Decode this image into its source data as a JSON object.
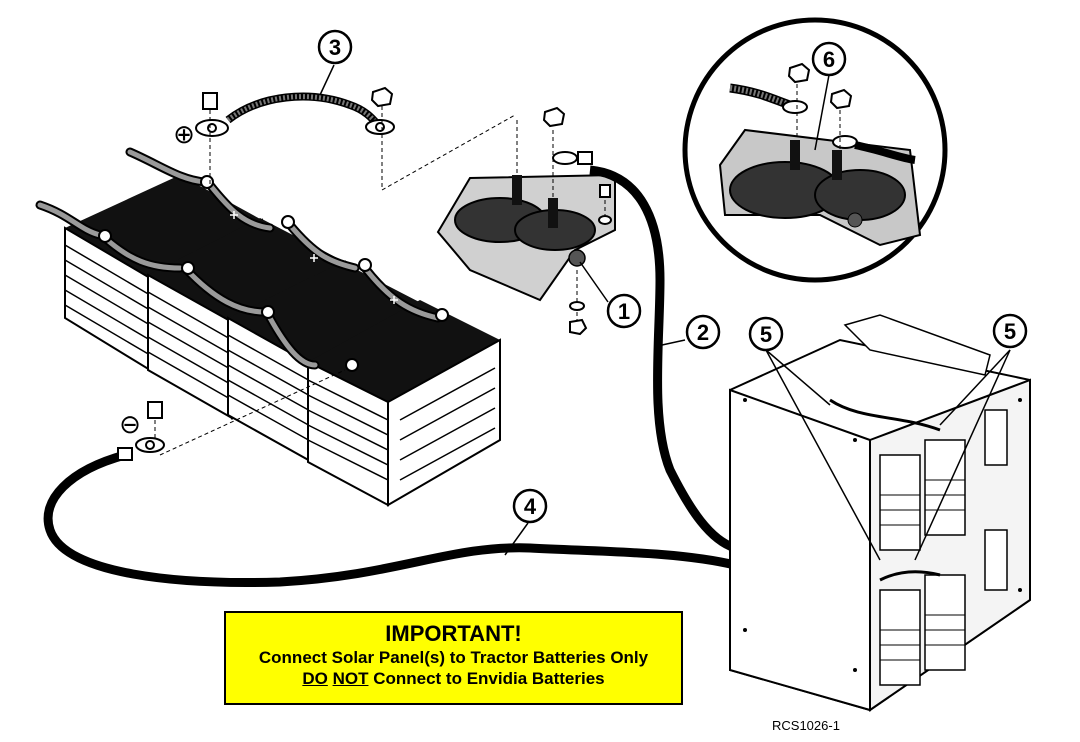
{
  "callouts": {
    "c1": "1",
    "c2": "2",
    "c3": "3",
    "c4": "4",
    "c5a": "5",
    "c5b": "5",
    "c6": "6"
  },
  "symbols": {
    "positive": "⊕",
    "negative": "⊖"
  },
  "important": {
    "title": "IMPORTANT!",
    "line1": "Connect Solar Panel(s) to Tractor Batteries Only",
    "line2_a": "DO",
    "line2_b": "NOT",
    "line2_c": "Connect to Envidia Batteries"
  },
  "figure_id": "RCS1026-1",
  "colors": {
    "highlight": "#ffff00",
    "battery_top": "#111111",
    "plate": "#c8c8c8"
  }
}
